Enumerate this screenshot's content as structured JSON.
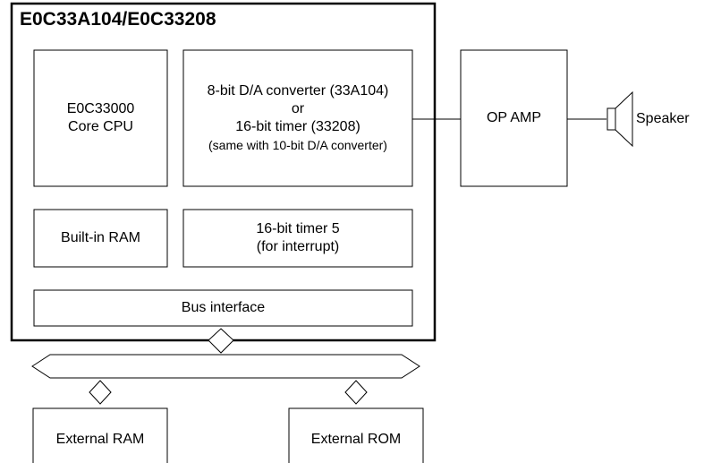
{
  "chip": {
    "title": "E0C33A104/E0C33208"
  },
  "blocks": {
    "cpu": {
      "line1": "E0C33000",
      "line2": "Core CPU"
    },
    "dac": {
      "line1": "8-bit D/A converter (33A104)",
      "line2": "or",
      "line3": "16-bit timer (33208)",
      "line4": "(same with 10-bit D/A converter)"
    },
    "ram": {
      "label": "Built-in RAM"
    },
    "timer5": {
      "line1": "16-bit timer 5",
      "line2": "(for interrupt)"
    },
    "bus_interface": {
      "label": "Bus interface"
    }
  },
  "external": {
    "op_amp": "OP AMP",
    "speaker": "Speaker",
    "ext_ram": "External RAM",
    "ext_rom": "External ROM"
  },
  "colors": {
    "line": "#000000",
    "background": "#ffffff"
  }
}
